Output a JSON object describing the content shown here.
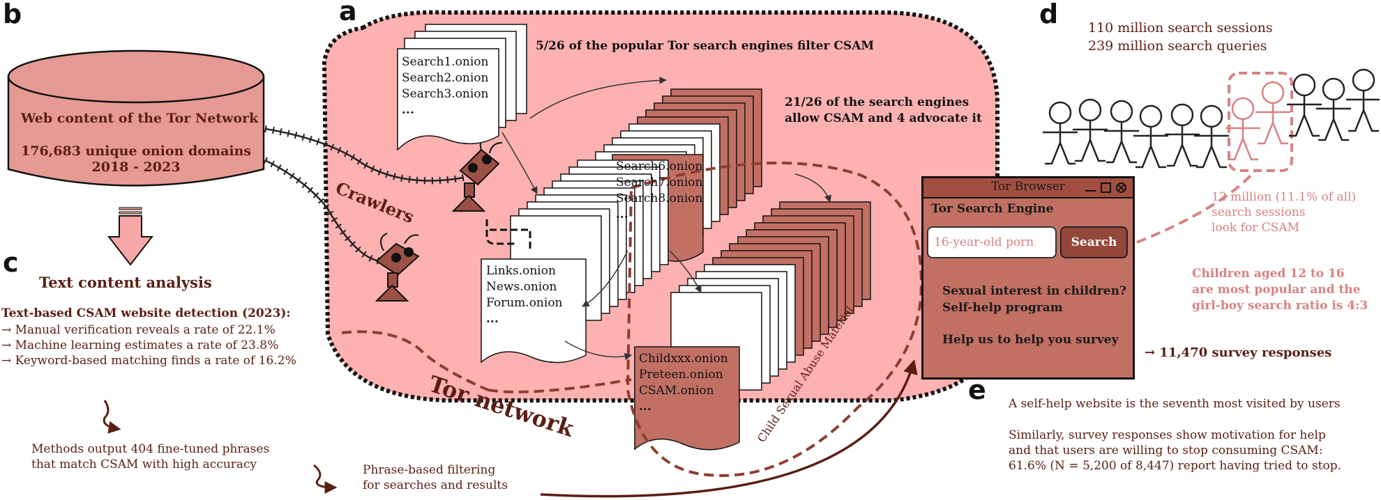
{
  "panel_letters": {
    "a": "a",
    "b": "b",
    "c": "c",
    "d": "d",
    "e": "e"
  },
  "panel_b": {
    "db_title": "Web content of the Tor Network",
    "db_domains": "176,683 unique onion domains",
    "db_years": "2018 - 2023"
  },
  "panel_c": {
    "heading": "Text content analysis",
    "subheading": "Text-based CSAM website detection (2023):",
    "items": [
      "→ Manual verification reveals a rate of 22.1%",
      "→ Machine learning estimates a rate of 23.8%",
      "→ Keyword-based matching finds a rate of 16.2%"
    ],
    "methods_line1": "Methods output 404 fine-tuned phrases",
    "methods_line2": "that match CSAM with high accuracy",
    "filter_line1": "Phrase-based filtering",
    "filter_line2": "for searches and results"
  },
  "panel_a": {
    "filter_note": "5/26 of the popular Tor search engines filter CSAM",
    "allow_line1": "21/26 of the search engines",
    "allow_line2": "allow CSAM and 4 advocate it",
    "crawlers_label": "Crawlers",
    "tor_network_label": "Tor network",
    "csam_label": "Child Sexual Abuse Material",
    "doc_group1": [
      "Search1.onion",
      "Search2.onion",
      "Search3.onion",
      "..."
    ],
    "doc_group2": [
      "Search6.onion",
      "Search7.onion",
      "Search8.onion",
      "..."
    ],
    "doc_group3": [
      "Links.onion",
      "News.onion",
      "Forum.onion",
      "..."
    ],
    "doc_group4": [
      "Childxxx.onion",
      "Preteen.onion",
      "CSAM.onion",
      "..."
    ]
  },
  "tor_browser": {
    "title": "Tor Browser",
    "engine_label": "Tor Search Engine",
    "search_value": "16-year-old porn",
    "search_button": "Search",
    "selfhelp_line1": "Sexual interest in children?",
    "selfhelp_line2": "Self-help program",
    "survey_link": "Help us to help you survey"
  },
  "panel_d": {
    "sessions": "110 million search sessions",
    "queries": "239 million search queries",
    "csam_line1": "12 million (11.1% of all)",
    "csam_line2": "search sessions",
    "csam_line3": "look for CSAM",
    "age_line1": "Children aged 12 to 16",
    "age_line2": "are most popular and the",
    "age_line3": "girl-boy search ratio is 4:3"
  },
  "panel_e": {
    "survey_responses": "→ 11,470 survey responses",
    "line1": "A self-help website is the seventh most visited by users",
    "line2": "Similarly, survey responses show motivation for help",
    "line3": "and that users are willing to stop consuming CSAM:",
    "line4": "61.6% (N = 5,200 of 8,447) report having tried to stop."
  },
  "colors": {
    "tor_cloud_fill": "#fdb1b1",
    "database_fill": "#e59a93",
    "doc_dark_fill": "#c27064",
    "accent_brown": "#5a1e12",
    "accent_pink": "#d98181",
    "window_fill": "#c27064"
  }
}
